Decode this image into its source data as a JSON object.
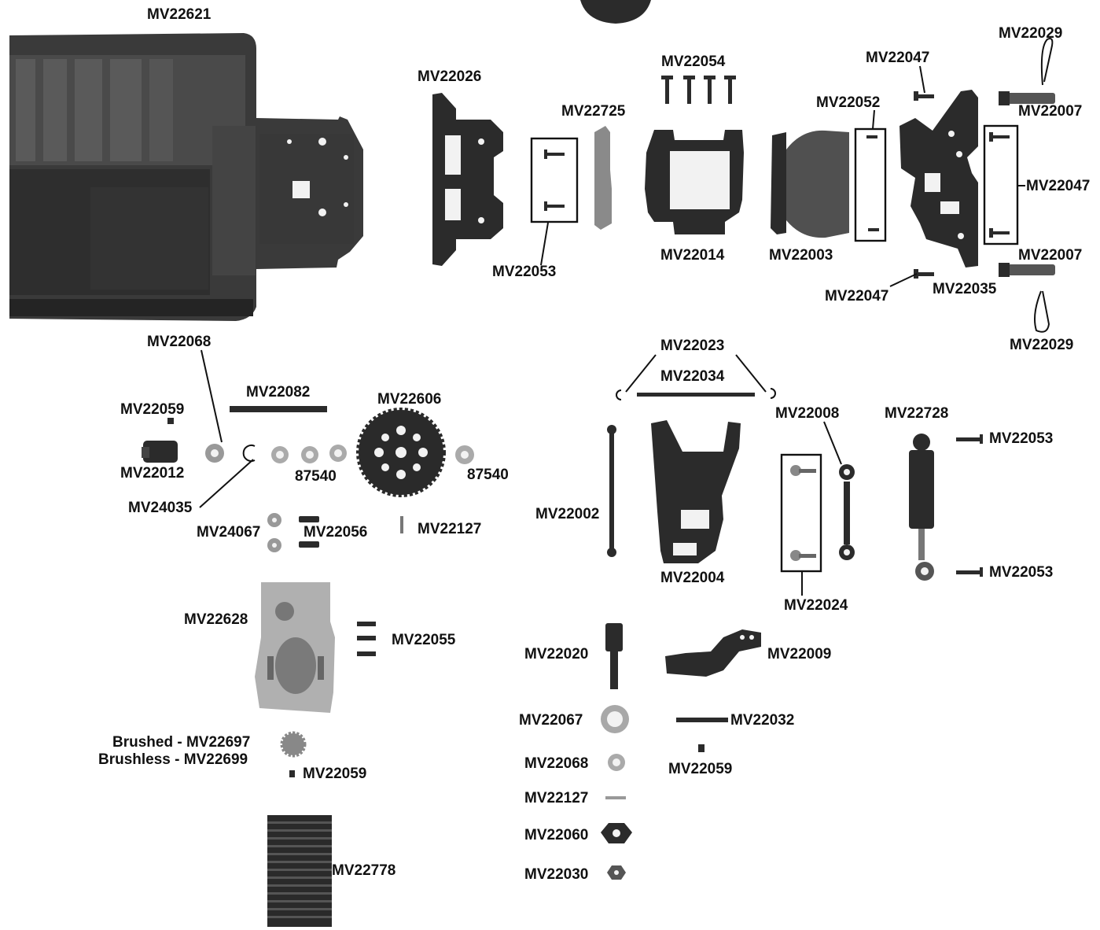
{
  "labels": {
    "chassis": "MV22621",
    "front_bulkhead_a": "MV22026",
    "susp_pin_holder": "MV22725",
    "screws_top": "MV22054",
    "screws_pair_1": "MV22053",
    "front_bulkhead_b": "MV22014",
    "bumper": "MV22003",
    "screw_box_label": "MV22052",
    "screw_top_right": "MV22047",
    "clip_top": "MV22029",
    "post_top": "MV22007",
    "screw_box_right": "MV22047",
    "post_bottom": "MV22007",
    "screw_bottom": "MV22047",
    "shock_tower": "MV22035",
    "clip_bottom": "MV22029",
    "bearing_label": "MV22068",
    "grub_screw": "MV22059",
    "diff_shaft": "MV22082",
    "spur_gear": "MV22606",
    "outdrive": "MV22012",
    "washers_1": "87540",
    "washer_2": "87540",
    "eclip": "MV24035",
    "shims": "MV24067",
    "cap_screws": "MV22056",
    "pin": "MV22127",
    "eclips_arm": "MV22023",
    "hinge_pin": "MV22034",
    "turnbuckle": "MV22008",
    "shock": "MV22728",
    "shock_screw_top": "MV22053",
    "dogbone": "MV22002",
    "lower_arm": "MV22004",
    "ballstud": "MV22024",
    "shock_screw_bottom": "MV22053",
    "motor_mount": "MV22628",
    "motor_screws": "MV22055",
    "axle": "MV22020",
    "hub_carrier": "MV22009",
    "bearing_large": "MV22067",
    "pin_long": "MV22032",
    "bearing_small": "MV22068",
    "grub_small": "MV22059",
    "pin_small": "MV22127",
    "hex": "MV22060",
    "nut": "MV22030",
    "pinion_brushed": "Brushed - MV22697",
    "pinion_brushless": "Brushless - MV22699",
    "pinion_grub": "MV22059",
    "heatsink": "MV22778"
  }
}
